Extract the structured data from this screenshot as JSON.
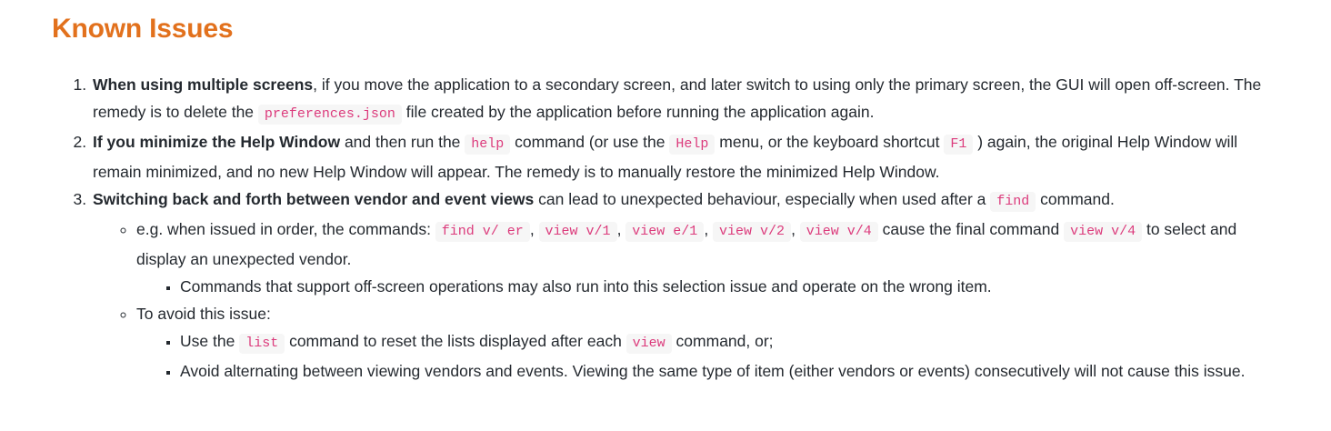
{
  "page": {
    "heading": "Known Issues"
  },
  "colors": {
    "heading": "#e2711d",
    "body_text": "#24292f",
    "code_text": "#dc3b7c",
    "code_bg": "#f6f6f6",
    "page_bg": "#ffffff"
  },
  "issues": [
    {
      "content": [
        {
          "type": "bold",
          "text": "When using multiple screens"
        },
        {
          "type": "text",
          "text": ", if you move the application to a secondary screen, and later switch to using only the primary screen, the GUI will open off-screen. The remedy is to delete the "
        },
        {
          "type": "code",
          "text": "preferences.json"
        },
        {
          "type": "text",
          "text": " file created by the application before running the application again."
        }
      ],
      "children": []
    },
    {
      "content": [
        {
          "type": "bold",
          "text": "If you minimize the Help Window"
        },
        {
          "type": "text",
          "text": " and then run the "
        },
        {
          "type": "code",
          "text": "help"
        },
        {
          "type": "text",
          "text": " command (or use the "
        },
        {
          "type": "code",
          "text": "Help"
        },
        {
          "type": "text",
          "text": " menu, or the keyboard shortcut "
        },
        {
          "type": "code",
          "text": "F1"
        },
        {
          "type": "text",
          "text": " ) again, the original Help Window will remain minimized, and no new Help Window will appear. The remedy is to manually restore the minimized Help Window."
        }
      ],
      "children": []
    },
    {
      "content": [
        {
          "type": "bold",
          "text": "Switching back and forth between vendor and event views"
        },
        {
          "type": "text",
          "text": " can lead to unexpected behaviour, especially when used after a "
        },
        {
          "type": "code",
          "text": "find"
        },
        {
          "type": "text",
          "text": " command."
        }
      ],
      "children": [
        {
          "content": [
            {
              "type": "text",
              "text": "e.g. when issued in order, the commands: "
            },
            {
              "type": "code",
              "text": "find v/ er"
            },
            {
              "type": "text",
              "text": ", "
            },
            {
              "type": "code",
              "text": "view v/1"
            },
            {
              "type": "text",
              "text": ", "
            },
            {
              "type": "code",
              "text": "view e/1"
            },
            {
              "type": "text",
              "text": ", "
            },
            {
              "type": "code",
              "text": "view v/2"
            },
            {
              "type": "text",
              "text": ", "
            },
            {
              "type": "code",
              "text": "view v/4"
            },
            {
              "type": "text",
              "text": " cause the final command "
            },
            {
              "type": "code",
              "text": "view v/4"
            },
            {
              "type": "text",
              "text": " to select and display an unexpected vendor."
            }
          ],
          "children": [
            {
              "content": [
                {
                  "type": "text",
                  "text": "Commands that support off-screen operations may also run into this selection issue and operate on the wrong item."
                }
              ],
              "children": []
            }
          ]
        },
        {
          "content": [
            {
              "type": "text",
              "text": "To avoid this issue:"
            }
          ],
          "children": [
            {
              "content": [
                {
                  "type": "text",
                  "text": "Use the "
                },
                {
                  "type": "code",
                  "text": "list"
                },
                {
                  "type": "text",
                  "text": " command to reset the lists displayed after each "
                },
                {
                  "type": "code",
                  "text": "view"
                },
                {
                  "type": "text",
                  "text": " command, or;"
                }
              ],
              "children": []
            },
            {
              "content": [
                {
                  "type": "text",
                  "text": "Avoid alternating between viewing vendors and events. Viewing the same type of item (either vendors or events) consecutively will not cause this issue."
                }
              ],
              "children": []
            }
          ]
        }
      ]
    }
  ]
}
